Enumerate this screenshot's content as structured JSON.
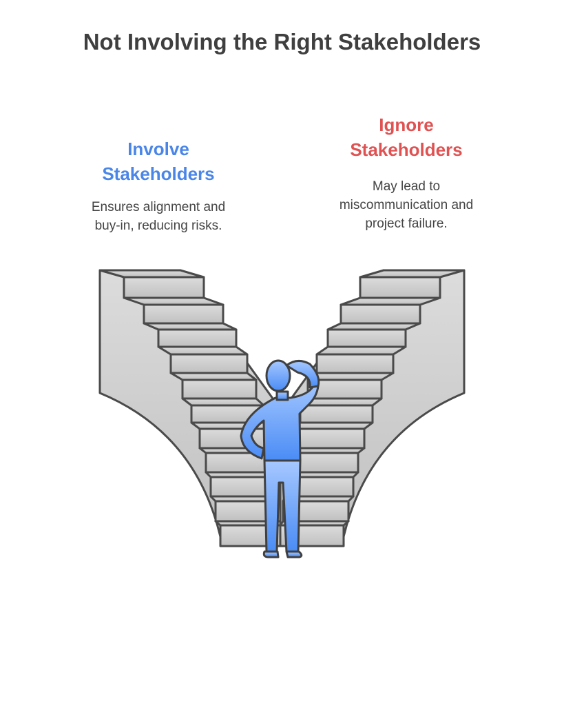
{
  "title": "Not Involving the Right Stakeholders",
  "options": [
    {
      "heading_line1": "Involve",
      "heading_line2": "Stakeholders",
      "description_line1": "Ensures alignment and",
      "description_line2": "buy-in, reducing risks.",
      "color": "#4a86e8"
    },
    {
      "heading_line1": "Ignore",
      "heading_line2": "Stakeholders",
      "description_line1": "May lead to",
      "description_line2": "miscommunication and",
      "description_line3": "project failure.",
      "color": "#e05252"
    }
  ]
}
